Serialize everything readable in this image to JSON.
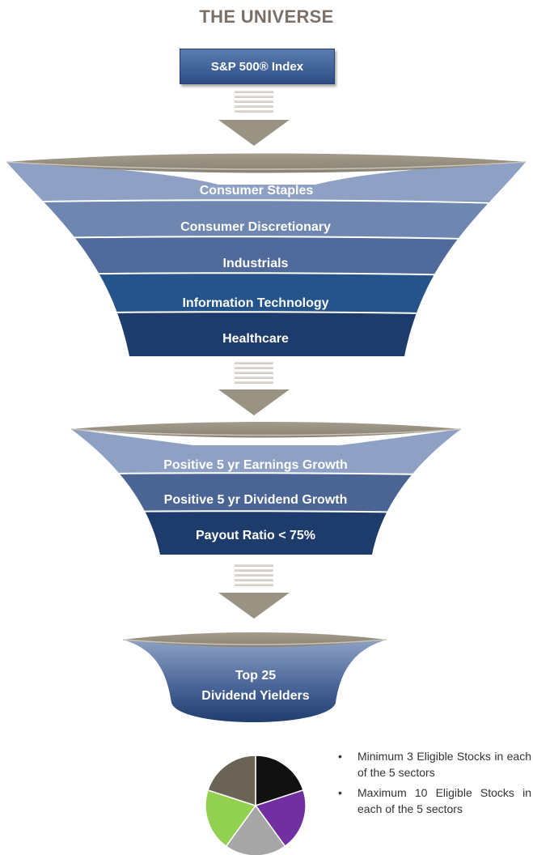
{
  "title": "THE UNIVERSE",
  "index_label": "S&P 500® Index",
  "funnel1": {
    "bands": [
      {
        "label": "Consumer Staples",
        "color": "#8ea1c4"
      },
      {
        "label": "Consumer Discretionary",
        "color": "#6f86b0"
      },
      {
        "label": "Industrials",
        "color": "#4f6a9b"
      },
      {
        "label": "Information Technology",
        "color": "#25548a"
      },
      {
        "label": "Healthcare",
        "color": "#1d3b6b"
      }
    ]
  },
  "funnel2": {
    "bands": [
      {
        "label": "Positive 5 yr Earnings Growth",
        "color": "#8ea1c4"
      },
      {
        "label": "Positive 5 yr Dividend Growth",
        "color": "#4a6494"
      },
      {
        "label": "Payout Ratio < 75%",
        "color": "#1d3b6b"
      }
    ]
  },
  "funnel3": {
    "line1": "Top 25",
    "line2": "Dividend Yielders"
  },
  "pie": {
    "slices": [
      {
        "value": 1,
        "color": "#111111"
      },
      {
        "value": 1,
        "color": "#7030a0"
      },
      {
        "value": 1,
        "color": "#a6a6a6"
      },
      {
        "value": 1,
        "color": "#92d050"
      },
      {
        "value": 1,
        "color": "#6b6356"
      }
    ]
  },
  "bullets": [
    "Minimum 3 Eligible Stocks in each of the 5 sectors",
    "Maximum 10 Eligible Stocks in each of the 5 sectors"
  ]
}
